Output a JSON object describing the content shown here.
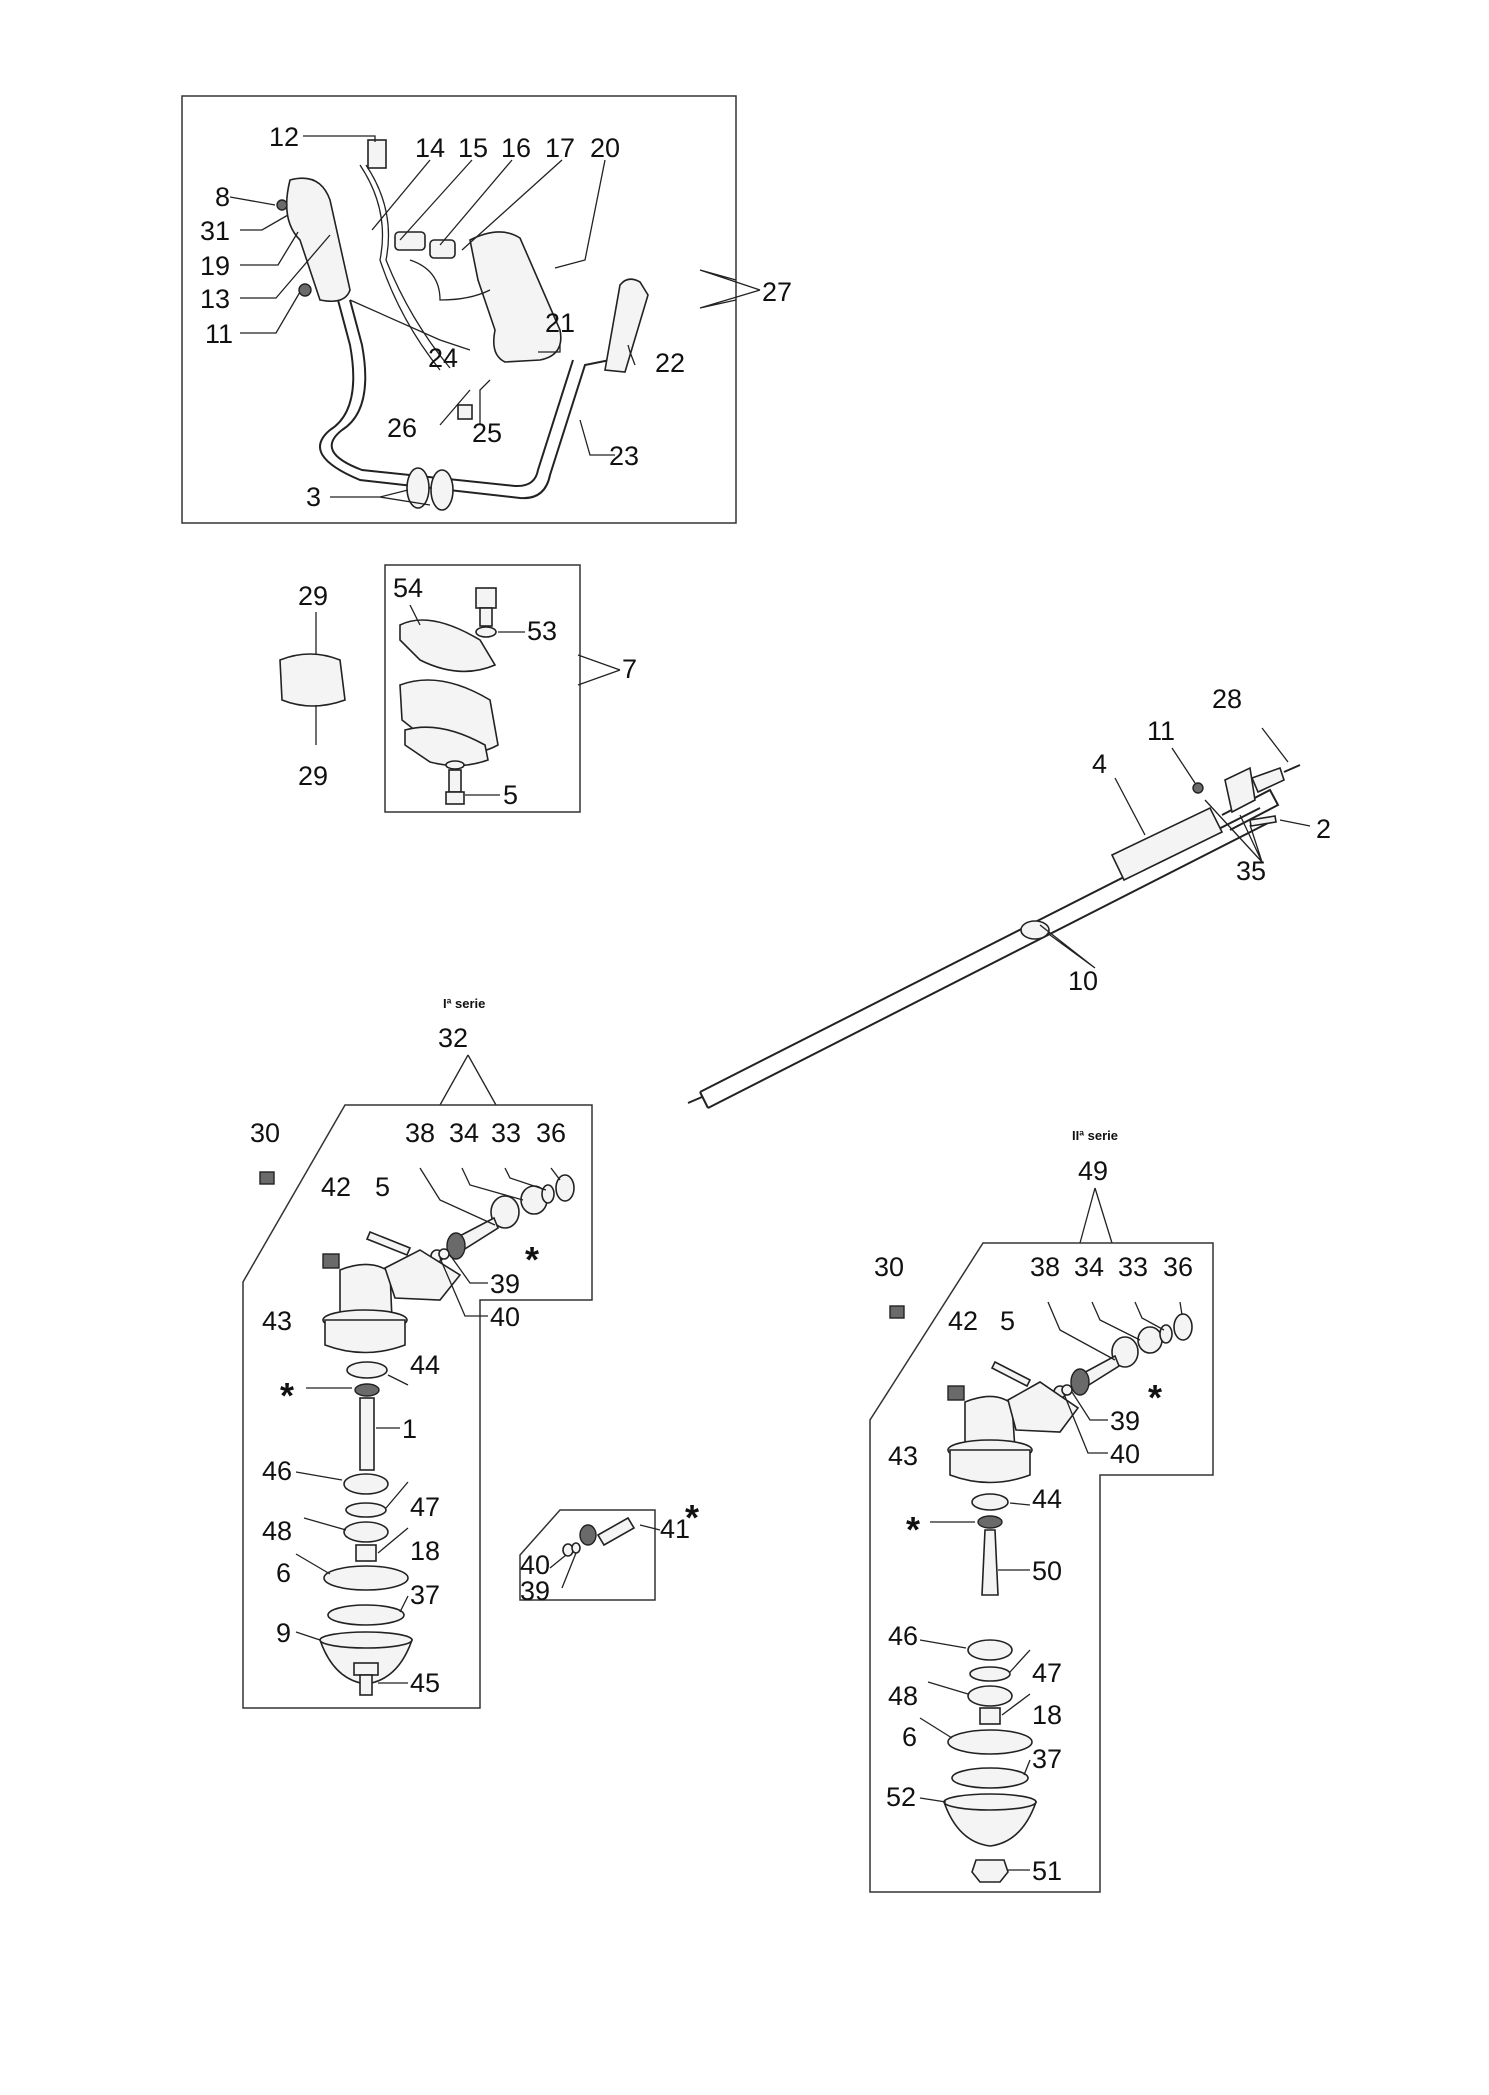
{
  "groups": {
    "handle": {
      "labels": [
        "12",
        "14",
        "15",
        "16",
        "17",
        "20",
        "8",
        "31",
        "19",
        "13",
        "11",
        "24",
        "21",
        "22",
        "26",
        "25",
        "23",
        "3"
      ],
      "assembly": "27"
    },
    "clamp": {
      "left_labels": [
        "29",
        "29"
      ],
      "labels": [
        "54",
        "53",
        "5"
      ],
      "assembly": "7"
    },
    "shaft": {
      "labels": [
        "28",
        "11",
        "4",
        "2",
        "35",
        "10"
      ]
    },
    "series1": {
      "title": "Iª serie",
      "assembly": "32",
      "labels": [
        "30",
        "38",
        "34",
        "33",
        "36",
        "42",
        "5",
        "39",
        "40",
        "43",
        "44",
        "1",
        "46",
        "47",
        "48",
        "18",
        "6",
        "37",
        "9",
        "45"
      ],
      "star": "*"
    },
    "kit41": {
      "assembly": "41",
      "labels": [
        "40",
        "39"
      ],
      "star": "*"
    },
    "series2": {
      "title": "IIª serie",
      "assembly": "49",
      "labels": [
        "30",
        "38",
        "34",
        "33",
        "36",
        "42",
        "5",
        "39",
        "40",
        "43",
        "44",
        "50",
        "46",
        "47",
        "48",
        "18",
        "6",
        "37",
        "52",
        "51"
      ],
      "star": "*"
    }
  }
}
